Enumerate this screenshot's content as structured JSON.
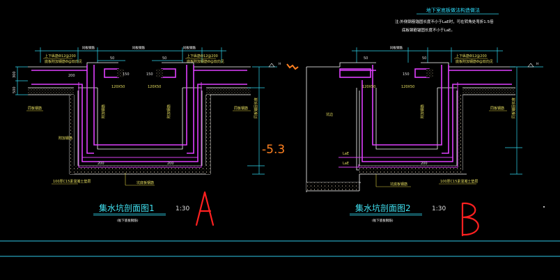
{
  "drawing": {
    "top_title": "地下室底板做法构造做法",
    "top_note_line1": "注:外侧钢筋锚固长度不小于LaE时，可在转角处弯折1.5倍",
    "top_note_line2": "底板钢筋锚固长度不小于LaE。",
    "section_a": {
      "title": "集水坑剖面图1",
      "scale": "1:30",
      "subtitle": "(板下底板钢筋)",
      "hand_letter": "A",
      "hand_depth": "-5.3",
      "labels": {
        "top_left": "上下纵筋Φ12@200",
        "top_left2": "底板附加钢筋Φ@双向见",
        "top_right": "上下纵筋Φ12@200",
        "top_right2": "底板附加钢筋Φ@双向见",
        "dim_50_left": "50",
        "dim_50_right": "50",
        "dim_150_left": "150",
        "dim_150_right": "150",
        "dim_200": "200",
        "dim_200_b": "200",
        "bar_left": "120X50",
        "bar_right": "120X50",
        "side_left": "同板钢筋",
        "side_right": "同板钢筋",
        "inner_left": "附加钢筋",
        "inner_right": "附加钢筋",
        "bottom_note": "100厚C15素混凝土垫层",
        "bottom_mid": "坑底板钢筋",
        "pile_right": "同板锚固长度",
        "h_mark": "H",
        "dim_300": "300",
        "dim_500": "500",
        "top_mid": "同板钢筋",
        "top_mid2": "同板钢筋"
      }
    },
    "section_b": {
      "title": "集水坑剖面图2",
      "scale": "1:30",
      "subtitle": "(板下底板钢筋)",
      "hand_letter": "B",
      "labels": {
        "top_right": "上下纵筋Φ12@200",
        "top_right2": "底板附加钢筋Φ@双向见",
        "dim_50_left": "50",
        "dim_50_right": "50",
        "dim_150": "150",
        "dim_200": "200",
        "bar_left": "120X50",
        "bar_right": "120X50",
        "side_right": "同板钢筋",
        "inner_right": "附加钢筋",
        "bottom_note": "100厚C15素混凝土垫层",
        "bottom_mid": "坑底板钢筋",
        "left_label": "坑边",
        "lae1": "LaE",
        "lae2": "LaE",
        "pile_right": "同板锚固长度",
        "h_mark": "H",
        "top_mid": "同板钢筋"
      }
    }
  },
  "colors": {
    "background": "#000000",
    "rebar": "#e040ff",
    "concrete": "#ffffff",
    "dimension": "#30d8f0",
    "hand_mark": "#ff2020",
    "depth_mark": "#ff8020"
  }
}
